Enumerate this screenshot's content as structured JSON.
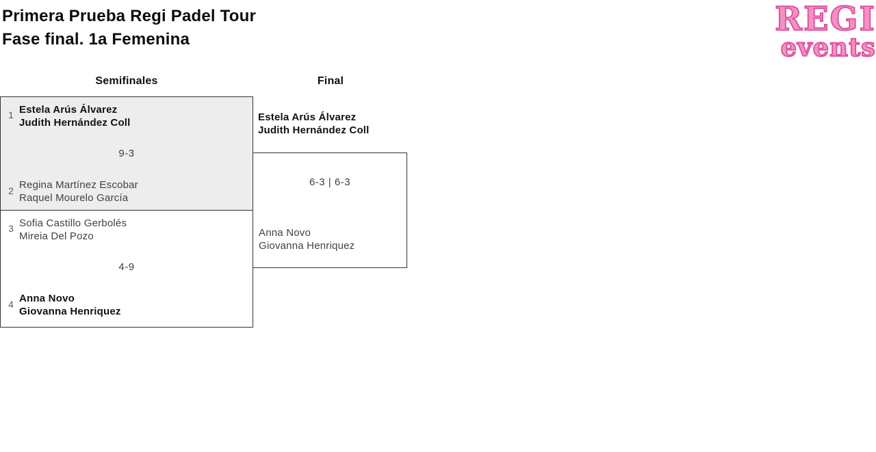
{
  "page": {
    "title_line1": "Primera Prueba Regi Padel Tour",
    "title_line2": "Fase final. 1a Femenina"
  },
  "logo": {
    "text_top": "REGI",
    "text_bottom": "events"
  },
  "colors": {
    "logo-fill": "#F590C3",
    "logo-outline": "#DB4E9B",
    "border": "#333333",
    "match-alt-bg": "#EDEDED",
    "winner-text": "#111111",
    "loser-text": "#414141",
    "seed-text": "#555555",
    "score-text": "#3d3d3d"
  },
  "bracket": {
    "rounds": [
      "Semifinales",
      "Final"
    ],
    "semifinals": [
      {
        "top_seed": "1",
        "top_team": [
          "Estela Arús Álvarez",
          "Judith Hernández Coll"
        ],
        "top_winner": true,
        "score": "9-3",
        "bottom_seed": "2",
        "bottom_team": [
          "Regina Martínez Escobar",
          "Raquel Mourelo García"
        ],
        "bottom_winner": false
      },
      {
        "top_seed": "3",
        "top_team": [
          "Sofia Castillo Gerbolés",
          "Mireia Del Pozo"
        ],
        "top_winner": false,
        "score": "4-9",
        "bottom_seed": "4",
        "bottom_team": [
          "Anna Novo",
          "Giovanna Henriquez"
        ],
        "bottom_winner": true
      }
    ],
    "final": {
      "top_team": [
        "Estela Arús Álvarez",
        "Judith Hernández Coll"
      ],
      "top_winner": true,
      "score": "6-3 | 6-3",
      "bottom_team": [
        "Anna Novo",
        "Giovanna Henriquez"
      ],
      "bottom_winner": false
    }
  }
}
